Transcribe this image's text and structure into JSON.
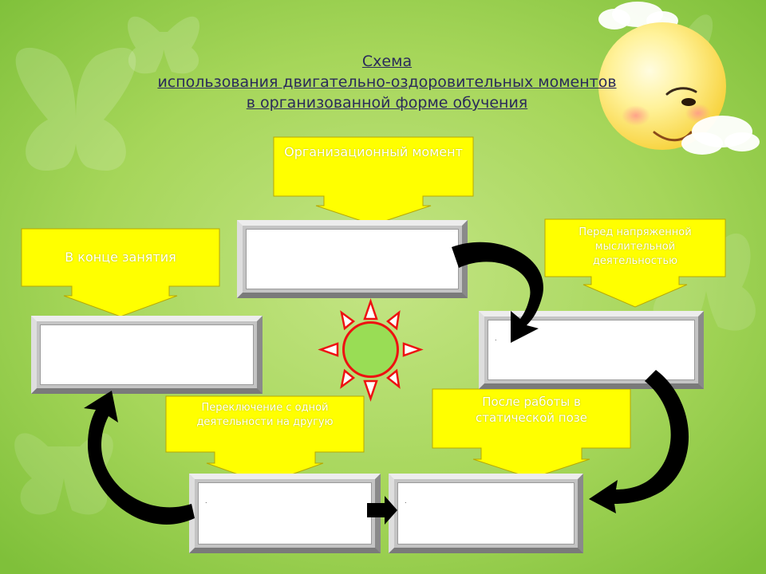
{
  "title": {
    "line1": "Схема",
    "line2": "использования двигательно-оздоровительных моментов",
    "line3": "в организованной форме обучения"
  },
  "callouts": {
    "org_moment": "Организационный момент",
    "end_of_lesson": "В конце занятия",
    "before_mental": "Перед напряженной мыслительной деятельностью",
    "switching": "Переключение с одной деятельности на другую",
    "after_static": "После работы в статической позе"
  },
  "box_markers": {
    "right": ".",
    "bottom_left": ".",
    "bottom_right": "."
  },
  "colors": {
    "background": "#a4d658",
    "callout_fill": "#ffff00",
    "callout_text": "#ffffff",
    "arrow": "#000000",
    "sun_fill": "#99dd55",
    "sun_ray": "#ee1111"
  },
  "icons": [
    "sun-character-icon",
    "butterfly-icon",
    "sun-symbol-icon",
    "curved-arrow-icon",
    "right-arrow-icon"
  ]
}
